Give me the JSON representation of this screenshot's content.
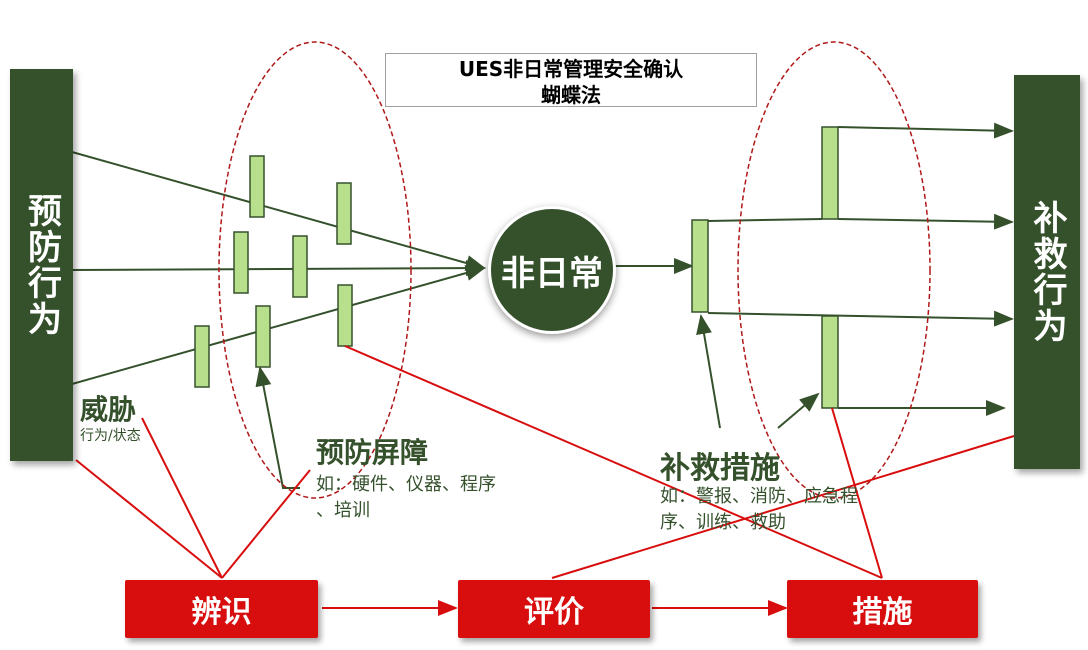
{
  "title": {
    "line1": "UES非日常管理安全确认",
    "line2": "蝴蝶法"
  },
  "left_bar": {
    "label": "预防行为"
  },
  "right_bar": {
    "label": "补救行为"
  },
  "center": {
    "label": "非日常"
  },
  "threat": {
    "title": "威胁",
    "subtitle": "行为/状态"
  },
  "prevention": {
    "title": "预防屏障",
    "desc_line1": "如：硬件、仪器、程序",
    "desc_line2": "、培训"
  },
  "remedy": {
    "title": "补救措施",
    "desc_line1": "如：警报、消防、应急程",
    "desc_line2": "序、训练、救助"
  },
  "buttons": {
    "identify": "辨识",
    "evaluate": "评价",
    "measures": "措施"
  },
  "colors": {
    "dark_green": "#35512c",
    "light_green": "#b8df8c",
    "red": "#d80e0e",
    "dashed_oval": "#b01818"
  }
}
